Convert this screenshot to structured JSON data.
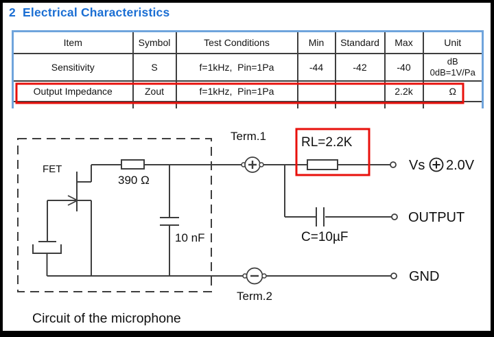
{
  "page": {
    "title": "2  Electrical Characteristics"
  },
  "colors": {
    "accent_blue": "#1a6ed3",
    "table_border_blue": "#6fa4dc",
    "inner_border_gray": "#3e3e3e",
    "highlight_red": "#e8100b",
    "circuit_line_gray": "#3d3d3d"
  },
  "table": {
    "headers": [
      "Item",
      "Symbol",
      "Test Conditions",
      "Min",
      "Standard",
      "Max",
      "Unit"
    ],
    "rows": [
      {
        "item": "Sensitivity",
        "symbol": "S",
        "conditions": "f=1kHz,  Pin=1Pa",
        "min": "-44",
        "standard": "-42",
        "max": "-40",
        "unit_line1": "dB",
        "unit_line2": "0dB=1V/Pa"
      },
      {
        "item": "Output Impedance",
        "symbol": "Zout",
        "conditions": "f=1kHz,  Pin=1Pa",
        "min": "",
        "standard": "",
        "max": "2.2k",
        "unit": "Ω"
      }
    ]
  },
  "circuit": {
    "labels": {
      "fet": "FET",
      "r1": "390 Ω",
      "c1": "10 nF",
      "term1": "Term.1",
      "term2": "Term.2",
      "rl": "RL=2.2K",
      "vs": "Vs",
      "vs_value": "2.0V",
      "coupling_cap": "C=10µF",
      "output": "OUTPUT",
      "gnd": "GND"
    },
    "caption": "Circuit of the microphone"
  }
}
